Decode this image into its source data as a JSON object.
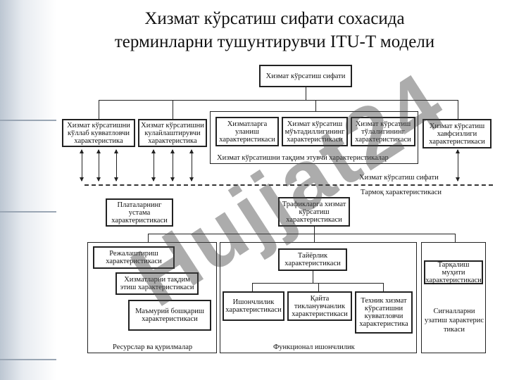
{
  "title": {
    "line1": "Хизмат кўрсатиш сифати сохасида",
    "line2": "терминларни тушунтирувчи   ITU-T модели"
  },
  "watermark": "Hujjat24",
  "top_box": "Хизмат кўрсатиш сифати",
  "row1": [
    "Хизмат кўрсатишни кўллаб кувватловчи характеристика",
    "Хизмат кўрсатишни кулайлаштирувчи характеристика",
    "Хизматларга уланиш характеристикаси",
    "Хизмат кўрсатиш мўътадиллигининг характеристикаси",
    "Хизмат кўрсатиш тўлалигининг характеристикаси",
    "Хизмат кўрсатиш хавфсизлиги характеристикаси"
  ],
  "group_label": "Хизмат кўрсатишни тақдим этувчи характеристикалар",
  "divider_upper": "Хизмат кўрсатиш сифати",
  "divider_lower": "Тармоқ характеристикаси",
  "mid_left": "Платаларнинг устама характеристикаси",
  "mid_center": "Трафикларга хизмат кўрсатиш характеристикаси",
  "left_group": {
    "items": [
      "Режалаштириш характеристикаси",
      "Хизматларни тақдим этиш характеристикаси",
      "Маъмурий бошқариш характеристикаси"
    ],
    "label": "Ресурслар ва қурилмалар"
  },
  "center_group": {
    "top": "Тайёрлик характеристикаси",
    "items": [
      "Ишончлилик характеристикаси",
      "Қайта тикланувчанлик характеристикаси",
      "Техник хизмат кўрсатишни кувватловчи характеристика"
    ],
    "label": "Функционал ишончлилик"
  },
  "right_group": {
    "box": "Тарқалиш муҳити характеристикаси",
    "label": "Сигналларни узатиш характерис тикаси"
  }
}
